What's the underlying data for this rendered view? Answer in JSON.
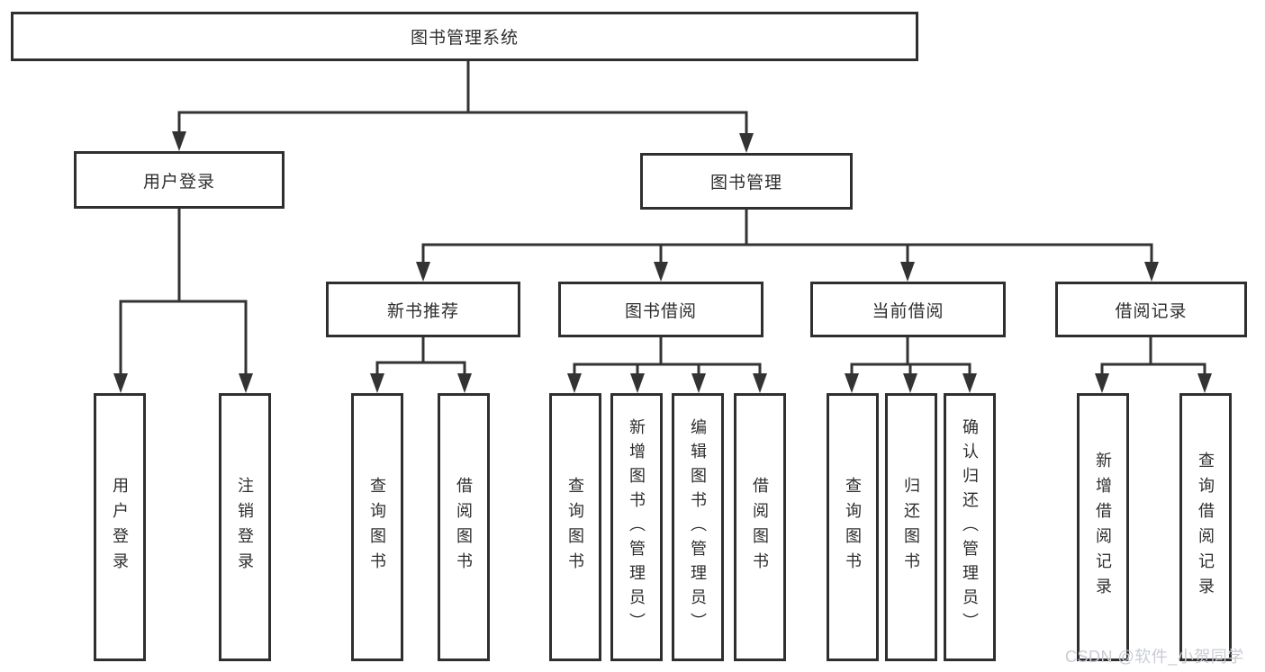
{
  "diagram": {
    "root": {
      "label": "图书管理系统"
    },
    "level2": [
      {
        "label": "用户登录"
      },
      {
        "label": "图书管理"
      }
    ],
    "level3": [
      {
        "label": "新书推荐",
        "parent": "图书管理"
      },
      {
        "label": "图书借阅",
        "parent": "图书管理"
      },
      {
        "label": "当前借阅",
        "parent": "图书管理"
      },
      {
        "label": "借阅记录",
        "parent": "图书管理"
      }
    ],
    "leaves": [
      {
        "label": "用户登录",
        "parent": "用户登录"
      },
      {
        "label": "注销登录",
        "parent": "用户登录"
      },
      {
        "label": "查询图书",
        "parent": "新书推荐"
      },
      {
        "label": "借阅图书",
        "parent": "新书推荐"
      },
      {
        "label": "查询图书",
        "parent": "图书借阅"
      },
      {
        "label": "新增图书（管理员）",
        "parent": "图书借阅"
      },
      {
        "label": "编辑图书（管理员）",
        "parent": "图书借阅"
      },
      {
        "label": "借阅图书",
        "parent": "图书借阅"
      },
      {
        "label": "查询图书",
        "parent": "当前借阅"
      },
      {
        "label": "归还图书",
        "parent": "当前借阅"
      },
      {
        "label": "确认归还（管理员）",
        "parent": "当前借阅"
      },
      {
        "label": "新增借阅记录",
        "parent": "借阅记录"
      },
      {
        "label": "查询借阅记录",
        "parent": "借阅记录"
      }
    ]
  },
  "watermark": {
    "text": "CSDN @软件_小贺同学"
  },
  "colors": {
    "line": "#333333",
    "box_border": "#2f2f2f",
    "box_fill": "#ffffff",
    "text": "#2e2e2e",
    "watermark": "#c8ccd2",
    "background": "#ffffff"
  }
}
